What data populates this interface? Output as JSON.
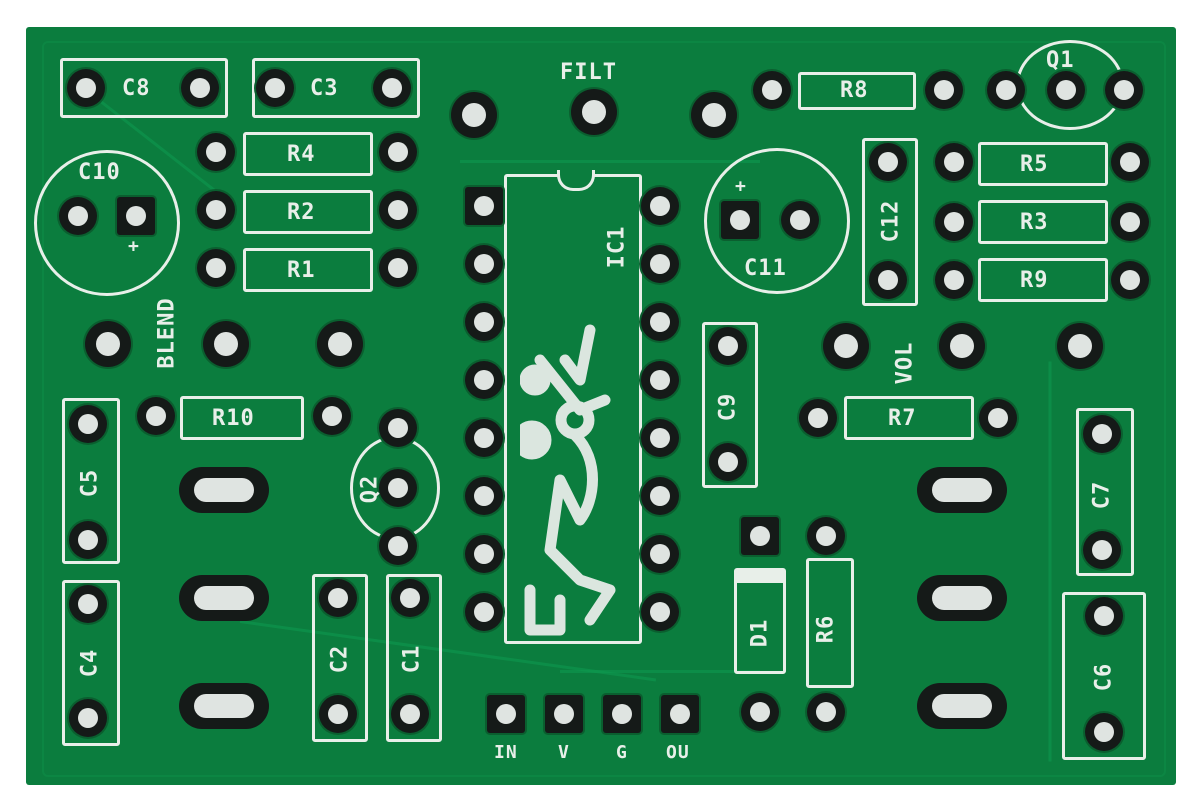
{
  "image": {
    "subject": "Bare green printed circuit board (guitar effect pedal PCB)",
    "board_color": "#0b7d3e",
    "silkscreen_color": "#e8efe9"
  },
  "components": {
    "capacitors": [
      "C1",
      "C2",
      "C3",
      "C4",
      "C5",
      "C6",
      "C7",
      "C8",
      "C9",
      "C10",
      "C11",
      "C12"
    ],
    "resistors": [
      "R1",
      "R2",
      "R3",
      "R4",
      "R5",
      "R6",
      "R7",
      "R8",
      "R9",
      "R10"
    ],
    "transistors": [
      "Q1",
      "Q2"
    ],
    "ic": "IC1",
    "diode": "D1"
  },
  "pots": {
    "filt": "FILT",
    "blend": "BLEND",
    "vol": "VOL"
  },
  "io_header": {
    "pins": [
      "IN",
      "V",
      "G",
      "OU"
    ]
  },
  "polarity_mark": "+"
}
